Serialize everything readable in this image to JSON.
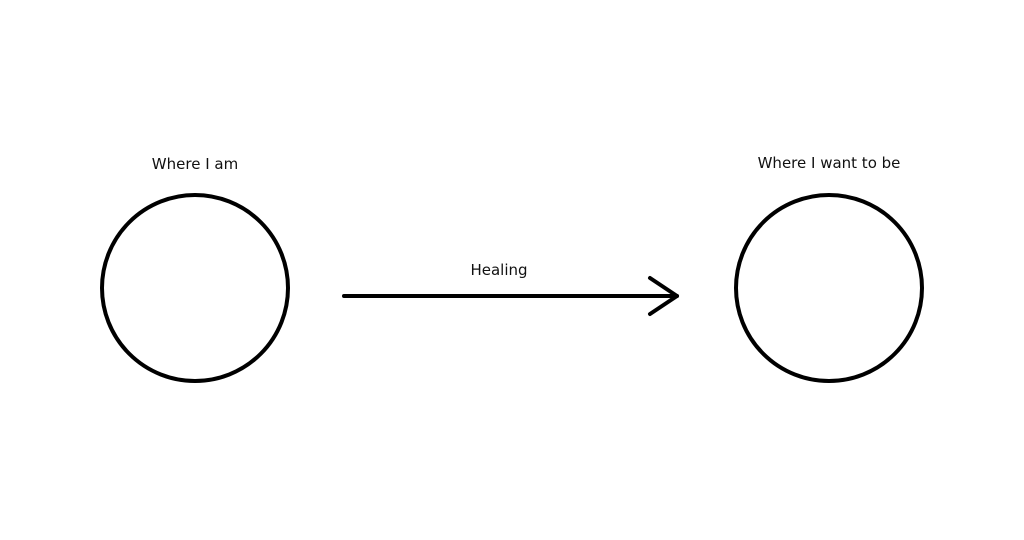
{
  "diagram": {
    "start_node": {
      "label": "Where I am"
    },
    "end_node": {
      "label": "Where I want to be"
    },
    "connector": {
      "label": "Healing"
    }
  },
  "colors": {
    "stroke": "#000000",
    "text": "#111111",
    "background": "#ffffff"
  }
}
